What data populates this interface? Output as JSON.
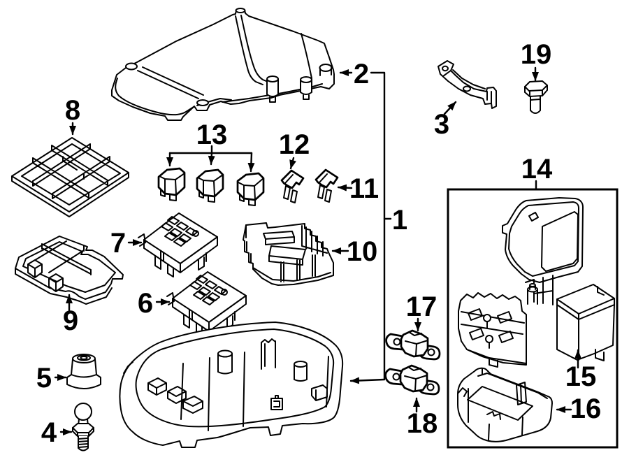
{
  "diagram": {
    "background_color": "#ffffff",
    "line_color": "#000000",
    "callouts": [
      {
        "label": "1"
      },
      {
        "label": "2"
      },
      {
        "label": "3"
      },
      {
        "label": "4"
      },
      {
        "label": "5"
      },
      {
        "label": "6"
      },
      {
        "label": "7"
      },
      {
        "label": "8"
      },
      {
        "label": "9"
      },
      {
        "label": "10"
      },
      {
        "label": "11"
      },
      {
        "label": "12"
      },
      {
        "label": "13"
      },
      {
        "label": "14"
      },
      {
        "label": "15"
      },
      {
        "label": "16"
      },
      {
        "label": "17"
      },
      {
        "label": "18"
      },
      {
        "label": "19"
      }
    ]
  }
}
